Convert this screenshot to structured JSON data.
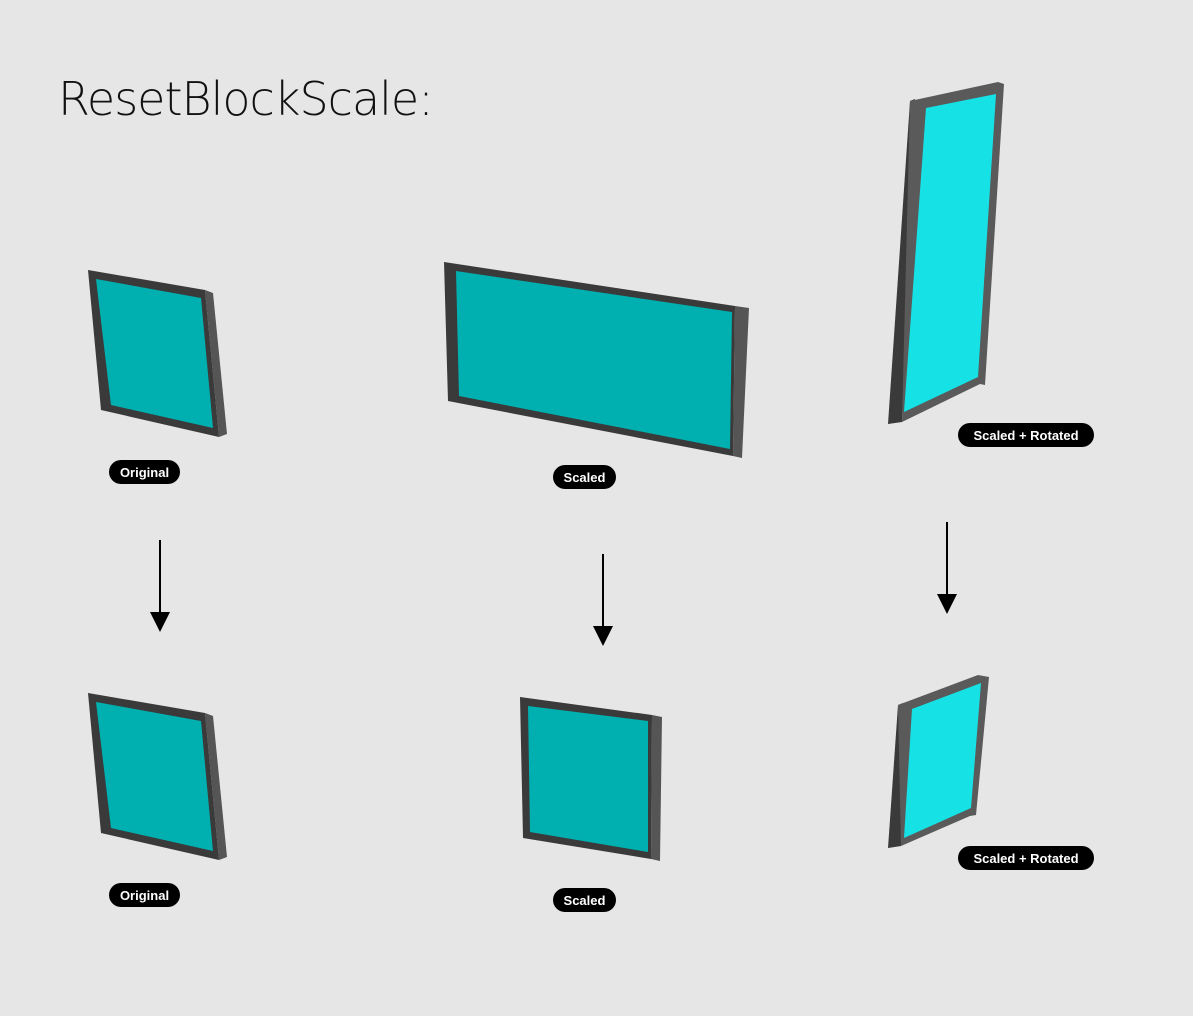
{
  "title": "ResetBlockScale:",
  "colors": {
    "background": "#e6e6e6",
    "frame_dark": "#3a3a3a",
    "frame_side": "#5a5a5a",
    "glass_teal": "#00b0b0",
    "glass_cyan": "#16e2e6",
    "label_bg": "#000000",
    "label_text": "#ffffff",
    "arrow": "#000000"
  },
  "before": {
    "original_label": "Original",
    "scaled_label": "Scaled",
    "rotated_label": "Scaled + Rotated"
  },
  "after": {
    "original_label": "Original",
    "scaled_label": "Scaled",
    "rotated_label": "Scaled + Rotated"
  }
}
